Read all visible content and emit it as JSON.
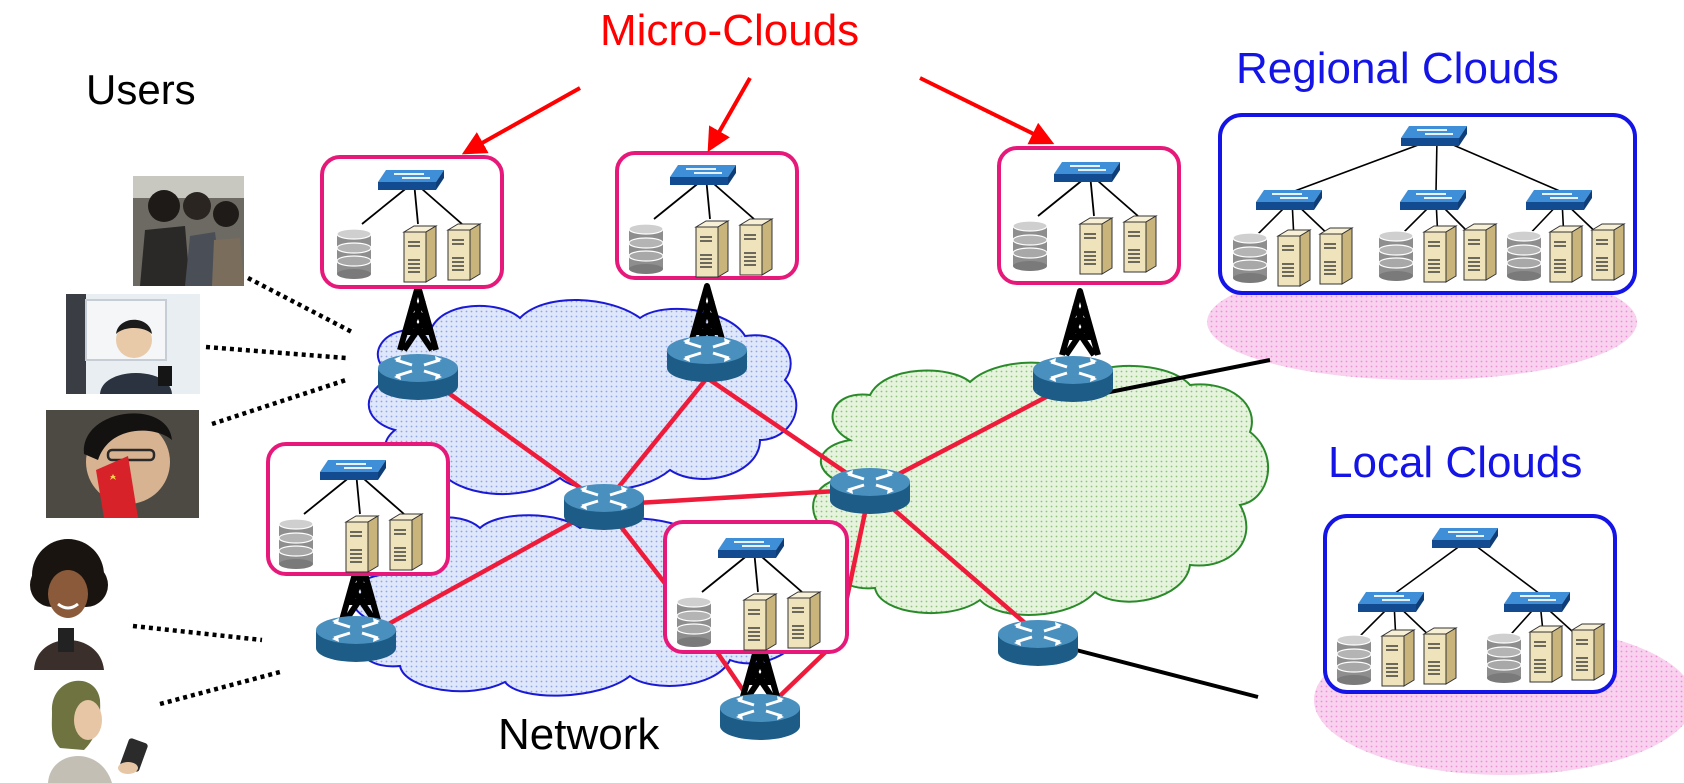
{
  "labels": {
    "micro_clouds": "Micro-Clouds",
    "users": "Users",
    "regional_clouds": "Regional Clouds",
    "local_clouds": "Local Clouds",
    "network": "Network"
  },
  "colors": {
    "micro_cloud_border": "#e6197a",
    "micro_cloud_label": "#ff0000",
    "regional_label": "#1414e6",
    "local_label": "#1414e6",
    "network_link": "#ee1c3a",
    "router_body": "#2f7fae",
    "blue_cloud_fill": "#dfe7fb",
    "blue_cloud_stroke": "#1a1ad6",
    "green_cloud_fill": "#e4f3dc",
    "green_cloud_stroke": "#2a8a2a",
    "pink_halo": "#f7c7ea"
  },
  "nodes": {
    "routers": [
      "router-user-top",
      "router-top-mid",
      "router-right",
      "router-core-center",
      "router-core-right",
      "router-user-bottom",
      "router-bottom-mid",
      "router-lower-right"
    ],
    "micro_clouds": [
      "micro-cloud-1",
      "micro-cloud-2",
      "micro-cloud-3",
      "micro-cloud-4",
      "micro-cloud-5"
    ],
    "users": [
      "user-1",
      "user-2",
      "user-3",
      "user-4",
      "user-5"
    ]
  }
}
